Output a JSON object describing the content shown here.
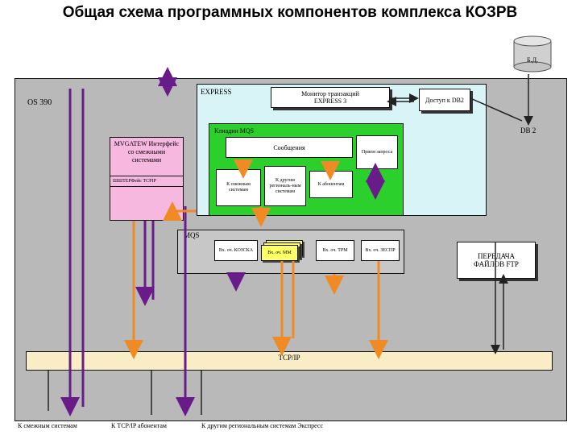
{
  "title": "Общая схема программных компонентов комплекса КОЗРВ",
  "labels": {
    "bd": "Б.Д.",
    "os390": "OS 390",
    "express": "EXPRESS",
    "monitor": "Монитор транзакций EXPRESS 3",
    "access_db2": "Доступ к DB2",
    "db2": "DB 2",
    "mqseries": "Клиадин MQS",
    "messages": "Сообщения",
    "mvgw": "MVGATEW Интерфейс со смежными системами",
    "tcpip_gw": "ШШТЕРФейс TCPIP",
    "k_adjacent": "К смежным системам",
    "k_other": "К другим региональ-ным системам",
    "k_subscribers": "К абонентам",
    "receive": "Прием запроса",
    "mqs": "MQS",
    "q_kozrv": "Вх. оч. КОЗСКА",
    "q_mm": "Вх. оч. ММ",
    "q_tpm": "Вх. оч. ТРМ",
    "q_zesp": "Вх. оч. ЗЕСПР",
    "ftp": "ПЕРЕДАЧА ФАЙЛОВ FTP",
    "tcpip": "TCP/IP",
    "bottom_adjacent": "К смежным системам",
    "bottom_subscribers": "К TCP/IP абонентам",
    "bottom_regional": "К другим региональным системам Экспресс"
  },
  "colors": {
    "purple": "#6a1b8a",
    "orange": "#f08a24",
    "background_panel": "#b9b9b9",
    "express_panel": "#d9f4f6",
    "mqseries_panel": "#2cd02c",
    "gateway_panel": "#f6b8df",
    "tcpip_bar": "#f9edc6"
  }
}
